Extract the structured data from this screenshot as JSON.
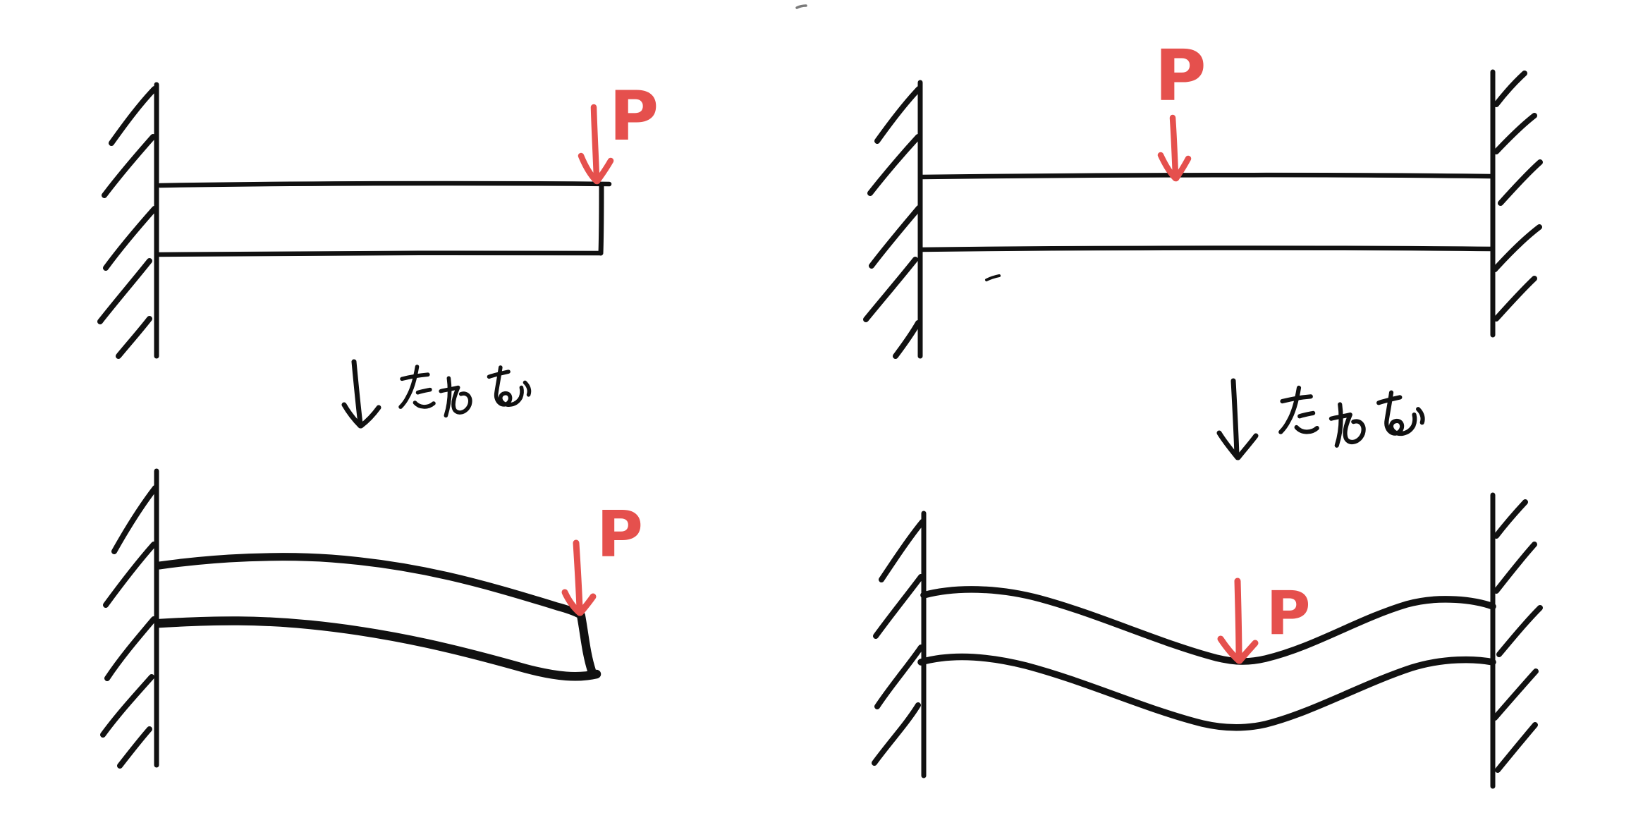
{
  "colors": {
    "background": "#ffffff",
    "ink": "#111111",
    "load_red": "#e5504d",
    "stray_gray": "#7a7a7a"
  },
  "diagrams": {
    "top_left": {
      "load_label": "P"
    },
    "top_right": {
      "load_label": "P"
    },
    "bottom_left": {
      "load_label": "P"
    },
    "bottom_right": {
      "load_label": "P"
    }
  },
  "annotations": {
    "left": {
      "text": "たわむ"
    },
    "right": {
      "text": "たわむ"
    }
  }
}
